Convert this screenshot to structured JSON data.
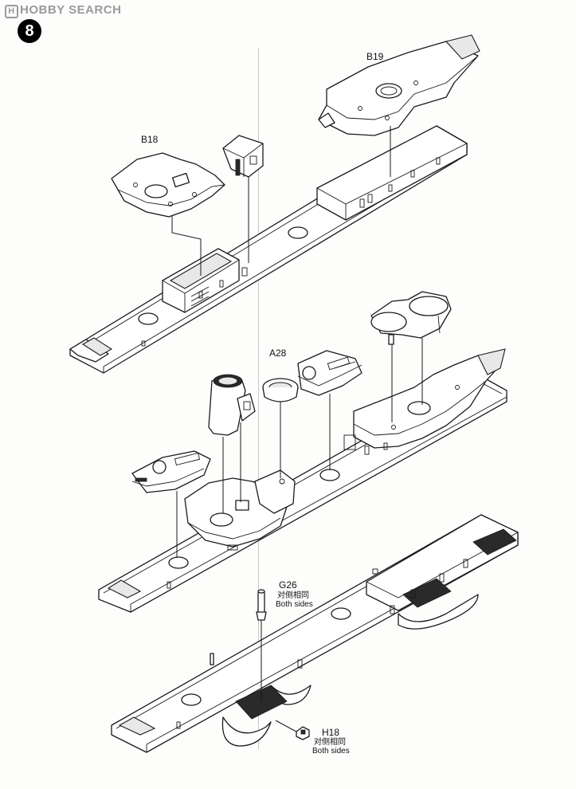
{
  "watermark": "HOBBY SEARCH",
  "step_number": "8",
  "parts": {
    "b19": "B19",
    "b18": "B18",
    "a28": "A28",
    "g26": "G26",
    "h18": "H18"
  },
  "notes": {
    "g26_cn": "对侧相同",
    "g26_en": "Both sides",
    "h18_cn": "对侧相同",
    "h18_en": "Both sides"
  }
}
